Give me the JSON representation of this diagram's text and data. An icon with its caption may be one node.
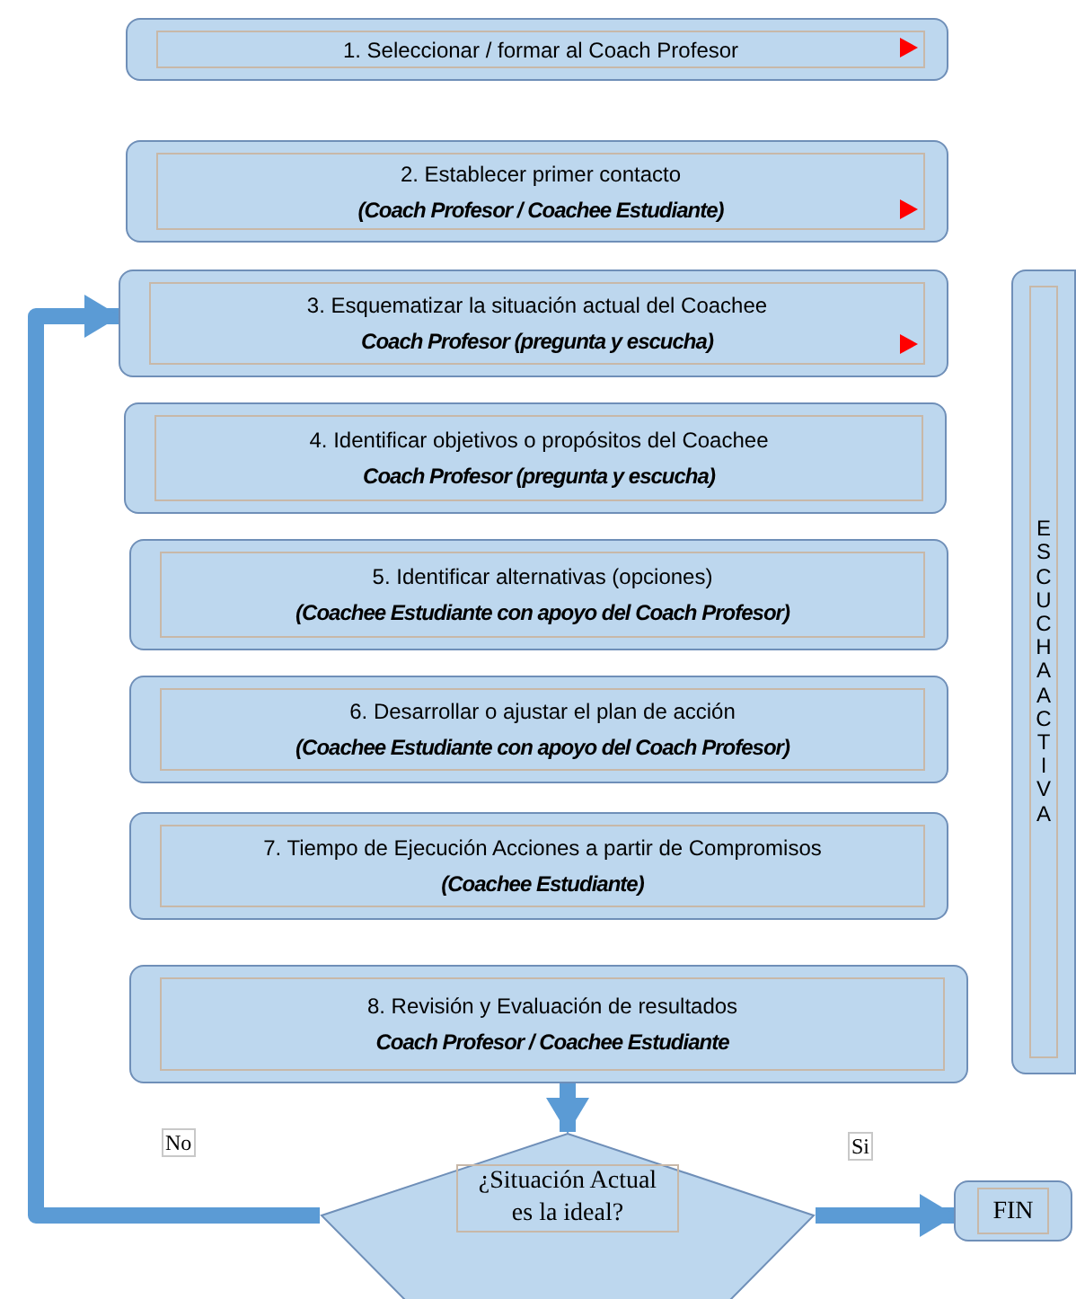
{
  "diagram": {
    "nodes": [
      {
        "text": [
          "1. Seleccionar / formar al Coach Profesor"
        ]
      },
      {
        "text": [
          "2. Establecer primer contacto",
          "(Coach Profesor / Coachee Estudiante)"
        ]
      },
      {
        "text": [
          "3. Esquematizar la situación actual del Coachee",
          "Coach Profesor (pregunta y escucha)"
        ]
      },
      {
        "text": [
          "4. Identificar objetivos o propósitos del Coachee",
          "Coach Profesor (pregunta y escucha)"
        ]
      },
      {
        "text": [
          "5. Identificar alternativas (opciones)",
          "(Coachee Estudiante con apoyo del Coach Profesor)"
        ]
      },
      {
        "text": [
          "6. Desarrollar o ajustar el plan de acción",
          "(Coachee Estudiante con apoyo del Coach Profesor)"
        ]
      },
      {
        "text": [
          "7. Tiempo de Ejecución Acciones a partir de Compromisos",
          "(Coachee Estudiante)"
        ]
      },
      {
        "text": [
          "8. Revisión y Evaluación de resultados",
          "Coach Profesor / Coachee Estudiante"
        ]
      },
      {
        "text": [
          "ESCUCHA ACTIVA"
        ]
      },
      {
        "text": [
          "¿Situación Actual es la ideal?"
        ]
      },
      {
        "text": [
          "FIN"
        ]
      }
    ],
    "edges": [
      {
        "from": 7,
        "to": 9,
        "arrow": "to"
      },
      {
        "from": 9,
        "to": 10,
        "arrow": "to",
        "label": "Si"
      },
      {
        "from": 9,
        "to": 2,
        "arrow": "to",
        "label": "No"
      }
    ]
  }
}
